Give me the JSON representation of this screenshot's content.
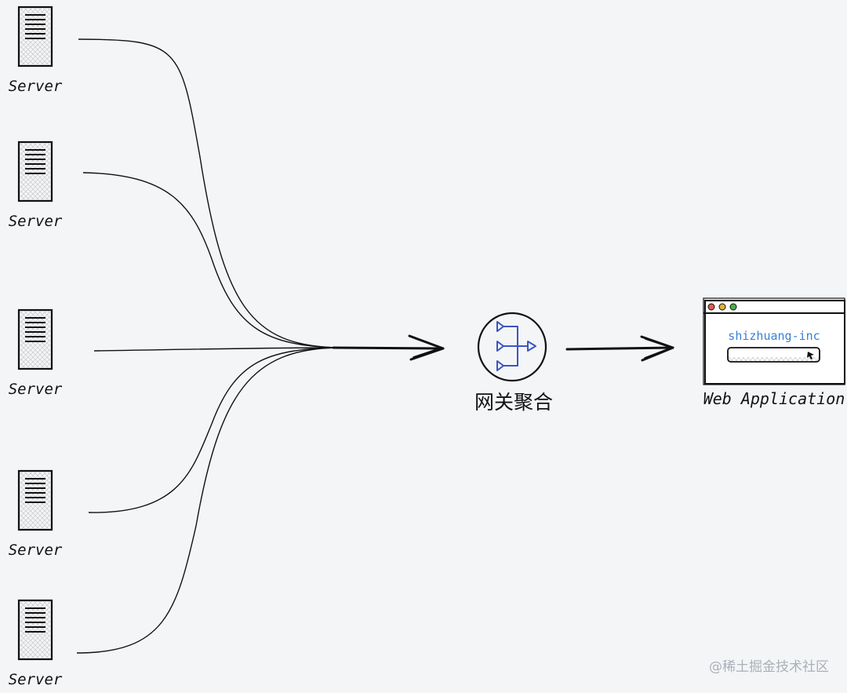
{
  "servers": [
    {
      "label": "Server"
    },
    {
      "label": "Server"
    },
    {
      "label": "Server"
    },
    {
      "label": "Server"
    },
    {
      "label": "Server"
    }
  ],
  "gateway": {
    "label": "网关聚合",
    "icon": "aggregate-merge-icon",
    "icon_color": "#3b55c4"
  },
  "web_app": {
    "label": "Web Application",
    "brand_text": "shizhuang-inc",
    "icon": "browser-window-icon",
    "traffic_lights": [
      "#e05c4b",
      "#e0b23a",
      "#4cae4c"
    ],
    "brand_color": "#3b7fd1"
  },
  "watermark": "@稀土掘金技术社区"
}
